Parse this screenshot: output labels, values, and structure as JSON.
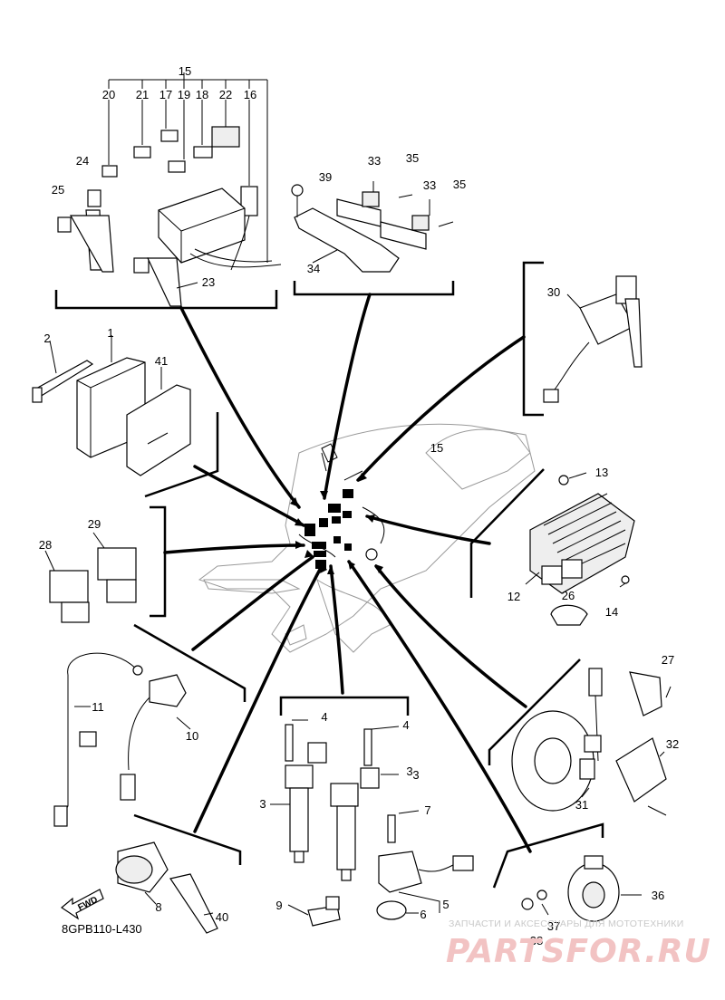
{
  "diagram": {
    "code": "8GPB110-L430",
    "fwd_label": "FWD",
    "part_numbers": [
      "1",
      "2",
      "3",
      "3",
      "3",
      "4",
      "4",
      "5",
      "6",
      "7",
      "8",
      "9",
      "10",
      "11",
      "12",
      "13",
      "14",
      "15",
      "15",
      "16",
      "17",
      "18",
      "19",
      "20",
      "21",
      "22",
      "23",
      "24",
      "25",
      "26",
      "27",
      "28",
      "29",
      "30",
      "31",
      "32",
      "33",
      "33",
      "34",
      "35",
      "35",
      "36",
      "37",
      "38",
      "39",
      "40",
      "41"
    ]
  },
  "watermark": {
    "caption": "ЗАПЧАСТИ И АКСЕССУАРЫ ДЛЯ МОТОТЕХНИКИ",
    "brand": "PARTSFOR.RU"
  }
}
